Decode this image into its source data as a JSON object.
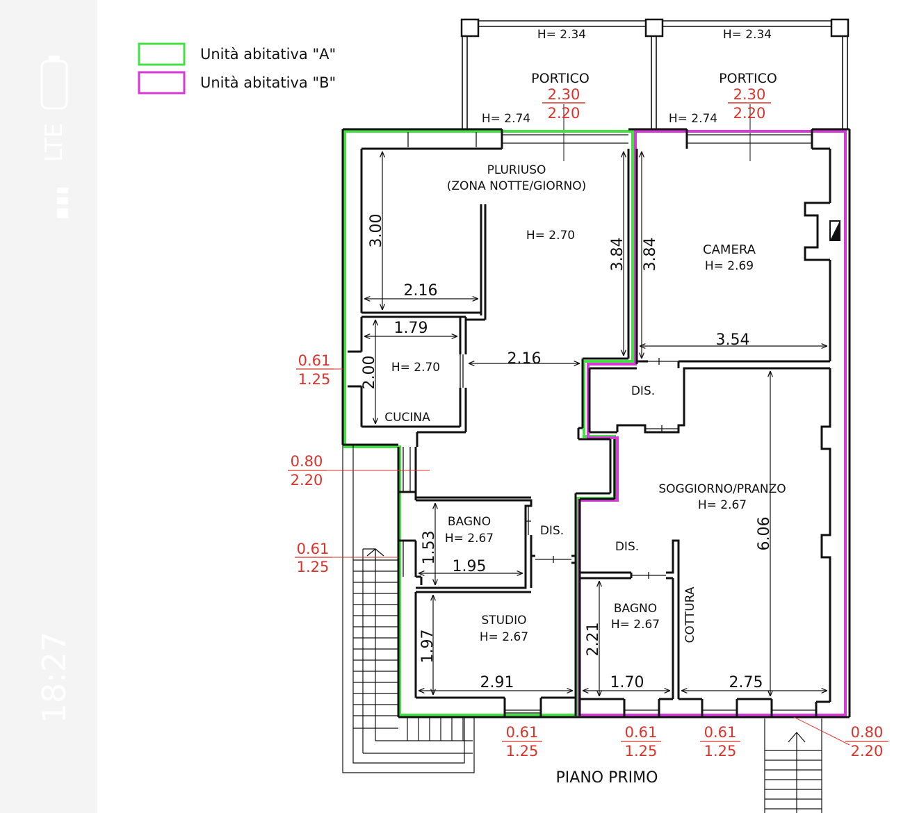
{
  "status_bar": {
    "time": "18:27",
    "network": "LTE"
  },
  "colors": {
    "unit_a": "#44e044",
    "unit_b": "#d63ad6",
    "openings": "#d8332b",
    "walls": "#111111"
  },
  "legend": [
    {
      "label": "Unità abitativa \"A\"",
      "color": "#44e044"
    },
    {
      "label": "Unità abitativa \"B\"",
      "color": "#d63ad6"
    }
  ],
  "title": "PIANO PRIMO",
  "porticoes": [
    {
      "name": "PORTICO",
      "height_top": "H= 2.34",
      "height_side": "H= 2.74",
      "frac_num": "2.30",
      "frac_den": "2.20"
    },
    {
      "name": "PORTICO",
      "height_top": "H= 2.34",
      "height_side": "H= 2.74",
      "frac_num": "2.30",
      "frac_den": "2.20"
    }
  ],
  "rooms": {
    "pluriuso": {
      "name": "PLURIUSO",
      "sub": "(ZONA NOTTE/GIORNO)",
      "height": "H= 2.70"
    },
    "camera": {
      "name": "CAMERA",
      "height": "H= 2.69"
    },
    "cucina": {
      "name": "CUCINA",
      "height": "H= 2.70"
    },
    "dis_top": {
      "name": "DIS."
    },
    "soggiorno": {
      "name": "SOGGIORNO/PRANZO",
      "height": "H= 2.67"
    },
    "bagno_a": {
      "name": "BAGNO",
      "height": "H= 2.67"
    },
    "dis_a": {
      "name": "DIS."
    },
    "dis_b": {
      "name": "DIS."
    },
    "studio": {
      "name": "STUDIO",
      "height": "H= 2.67"
    },
    "bagno_b": {
      "name": "BAGNO",
      "height": "H= 2.67"
    },
    "cottura": {
      "name": "COTTURA"
    }
  },
  "dimensions": {
    "pluriuso_h": "3.00",
    "pluriuso_w": "2.16",
    "pluriuso_right_h": "3.84",
    "camera_h": "3.84",
    "camera_w": "3.54",
    "cucina_w": "1.79",
    "cucina_h": "2.00",
    "corridor_w": "2.16",
    "soggiorno_h": "6.06",
    "bagno_a_h": "1.53",
    "bagno_a_w": "1.95",
    "studio_h": "1.97",
    "studio_w": "2.91",
    "bagno_b_h": "2.21",
    "bagno_b_w": "1.70",
    "cottura_w": "2.75"
  },
  "openings": [
    {
      "num": "0.61",
      "den": "1.25"
    },
    {
      "num": "0.80",
      "den": "2.20"
    },
    {
      "num": "0.61",
      "den": "1.25"
    },
    {
      "num": "0.61",
      "den": "1.25"
    },
    {
      "num": "0.61",
      "den": "1.25"
    },
    {
      "num": "0.61",
      "den": "1.25"
    },
    {
      "num": "0.80",
      "den": "2.20"
    }
  ]
}
